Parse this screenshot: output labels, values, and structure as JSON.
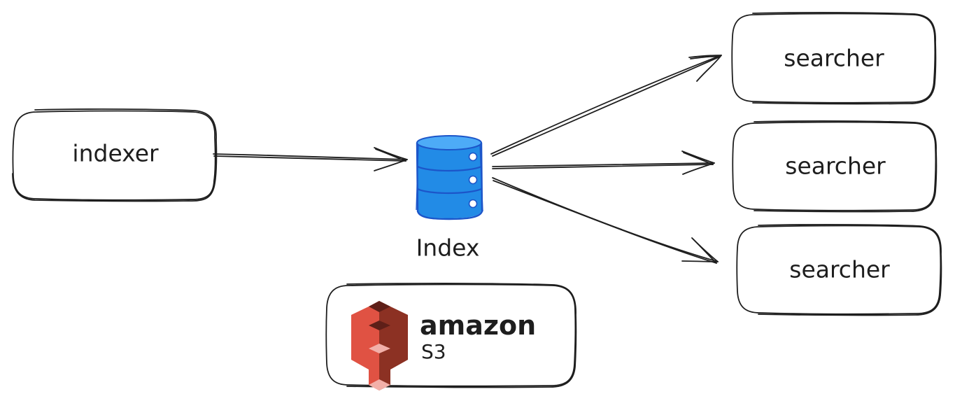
{
  "diagram": {
    "nodes": {
      "indexer": {
        "label": "indexer"
      },
      "index": {
        "label": "Index",
        "icon": "database-icon",
        "color": "#228be6"
      },
      "searchers": [
        {
          "label": "searcher"
        },
        {
          "label": "searcher"
        },
        {
          "label": "searcher"
        }
      ],
      "storage": {
        "logo": "amazon-s3-logo",
        "brand": "amazon",
        "product": "S3",
        "colors": {
          "light": "#e05243",
          "dark": "#8c3123"
        }
      }
    },
    "edges": [
      {
        "from": "indexer",
        "to": "index"
      },
      {
        "from": "index",
        "to": "searcher-1"
      },
      {
        "from": "index",
        "to": "searcher-2"
      },
      {
        "from": "index",
        "to": "searcher-3"
      }
    ]
  }
}
